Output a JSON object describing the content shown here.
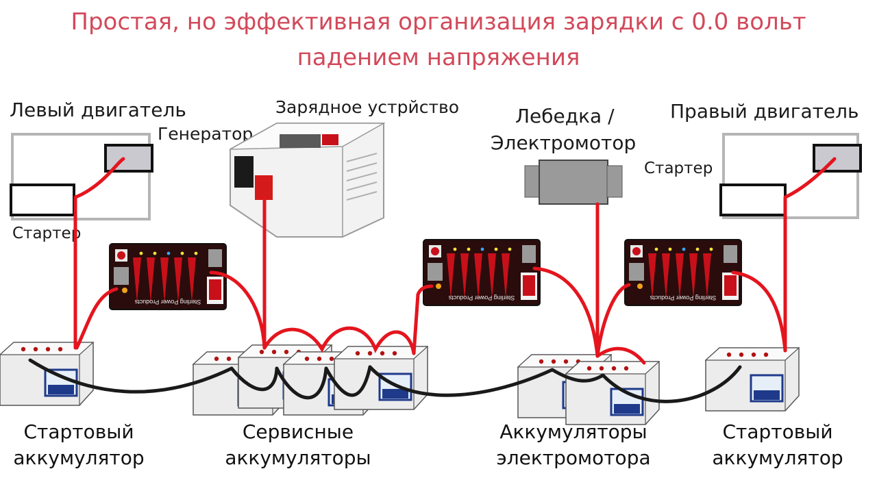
{
  "title": {
    "line1": "Простая, но эффективная организация зарядки с 0.0 вольт",
    "line2": "падением напряжения"
  },
  "labels": {
    "left_engine": "Левый двигатель",
    "generator": "Генератор",
    "left_starter": "Стартер",
    "charger": "Зарядное устрйство",
    "winch_line1": "Лебедка /",
    "winch_line2": "Электромотор",
    "right_engine": "Правый двигатель",
    "right_starter": "Стартер"
  },
  "splitter_brand": "Sterling Power Products",
  "bottom": {
    "left_start_1": "Стартовый",
    "left_start_2": "аккумулятор",
    "service_1": "Сервисные",
    "service_2": "аккумуляторы",
    "motor_1": "Аккумуляторы",
    "motor_2": "электромотора",
    "right_start_1": "Стартовый",
    "right_start_2": "аккумулятор"
  },
  "colors": {
    "title": "#d2495a",
    "wire_positive": "#e4151e",
    "wire_negative": "#1a1a1a",
    "splitter_body": "#2a0c0c",
    "splitter_accent": "#c8101a",
    "battery_body": "#ececec",
    "battery_label": "#1f3a8a"
  }
}
